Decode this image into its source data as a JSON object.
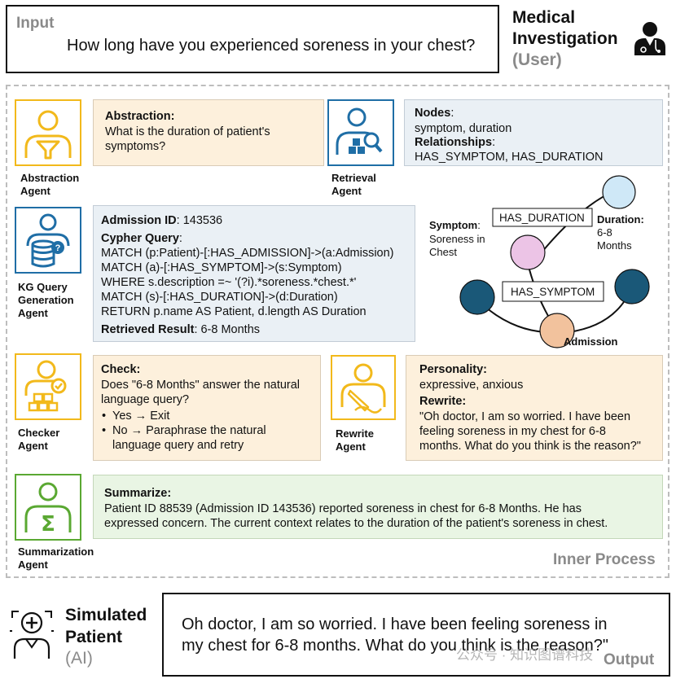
{
  "input": {
    "label": "Input",
    "question": "How long have you experienced soreness in your chest?"
  },
  "header_role": {
    "line1": "Medical",
    "line2": "Investigation",
    "line3": "(User)"
  },
  "inner_process_label": "Inner Process",
  "abstraction": {
    "agent_line1": "Abstraction",
    "agent_line2": "Agent",
    "title": "Abstraction:",
    "text": "What is the duration of patient's symptoms?"
  },
  "retrieval": {
    "agent_line1": "Retrieval",
    "agent_line2": "Agent",
    "nodes_label": "Nodes",
    "nodes_colon": ":",
    "nodes_value": "symptom, duration",
    "rel_label": "Relationships",
    "rel_colon": ":",
    "rel_value": "HAS_SYMPTOM, HAS_DURATION"
  },
  "kg_query": {
    "agent_line1": "KG Query",
    "agent_line2": "Generation",
    "agent_line3": "Agent",
    "admission_label": "Admission ID",
    "admission_value": ": 143536",
    "cypher_label": "Cypher Query",
    "cypher_colon": ":",
    "cypher_lines": [
      "MATCH (p:Patient)-[:HAS_ADMISSION]->(a:Admission)",
      "MATCH (a)-[:HAS_SYMPTOM]->(s:Symptom)",
      "WHERE s.description =~ '(?i).*soreness.*chest.*'",
      "MATCH (s)-[:HAS_DURATION]->(d:Duration)",
      "RETURN p.name AS Patient, d.length AS Duration"
    ],
    "result_label": "Retrieved Result",
    "result_value": ": 6-8 Months"
  },
  "graph": {
    "symptom_label": "Symptom",
    "symptom_colon": ":",
    "symptom_value_1": "Soreness in",
    "symptom_value_2": "Chest",
    "duration_label": "Duration:",
    "duration_value_1": "6-8",
    "duration_value_2": "Months",
    "admission_label": "Admission",
    "edge_duration": "HAS_DURATION",
    "edge_symptom": "HAS_SYMPTOM",
    "colors": {
      "light_blue": "#cfe8f7",
      "pink": "#ecc4e6",
      "peach": "#f2c29d",
      "dark_teal": "#1a5878"
    }
  },
  "checker": {
    "agent_line1": "Checker",
    "agent_line2": "Agent",
    "title": "Check:",
    "question_1": "Does \"6-8 Months\" answer the natural",
    "question_2": "language query?",
    "opt_yes": "Yes → Exit",
    "opt_no_1": "No → Paraphrase the natural",
    "opt_no_2": "language query and retry"
  },
  "rewrite": {
    "agent_line1": "Rewrite",
    "agent_line2": "Agent",
    "personality_label": "Personality:",
    "personality_value": "expressive, anxious",
    "rewrite_label": "Rewrite:",
    "rewrite_1": "\"Oh doctor, I am so worried. I have been",
    "rewrite_2": "feeling soreness in my chest for 6-8",
    "rewrite_3": "months. What do you think is the reason?\""
  },
  "summarization": {
    "agent_line1": "Summarization",
    "agent_line2": "Agent",
    "title": "Summarize:",
    "line_1": "Patient ID 88539 (Admission ID 143536) reported soreness in chest for 6-8 Months. He has",
    "line_2": "expressed concern. The current context relates to the duration of the patient's soreness in chest."
  },
  "patient": {
    "line1": "Simulated",
    "line2": "Patient",
    "line3": "(AI)"
  },
  "output": {
    "label": "Output",
    "line_1": "Oh doctor, I am so worried. I have been feeling soreness in",
    "line_2": "my chest for 6-8 months. What do you think is the reason?\""
  },
  "watermark": "公众号 · 知识图谱科技",
  "colors": {
    "orange": "#f2b91b",
    "blue": "#1f6ea6",
    "green": "#5aa832",
    "gray_text": "#8a8a8a"
  }
}
